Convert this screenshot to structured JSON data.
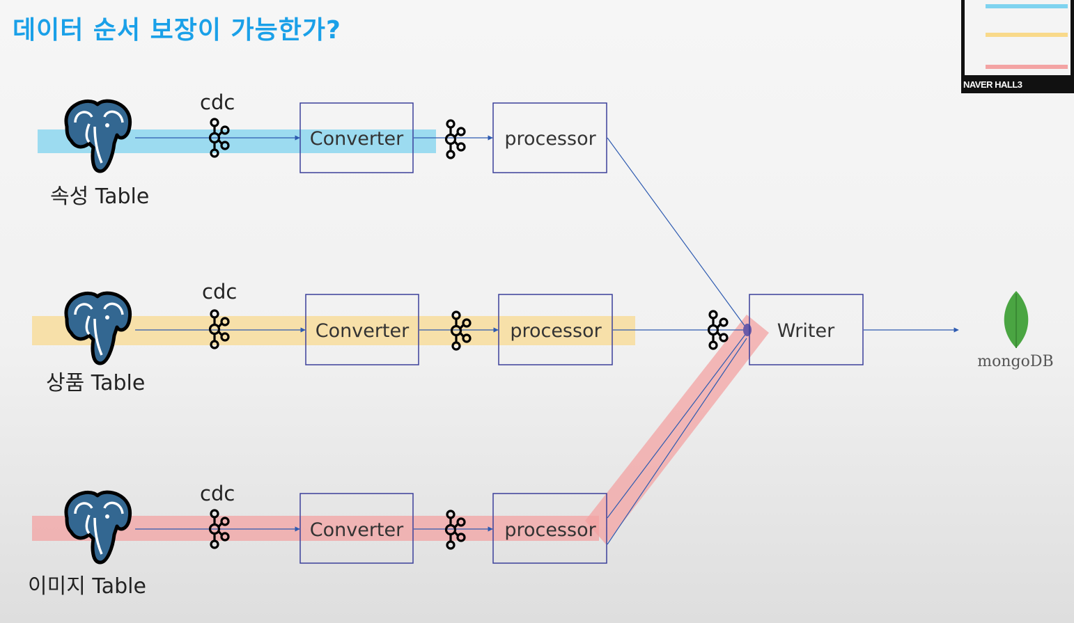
{
  "title": "데이터 순서 보장이 가능한가?",
  "rows": [
    {
      "table_label": "속성 Table",
      "cdc_label": "cdc",
      "converter_label": "Converter",
      "processor_label": "processor",
      "highlight_color": "#7fd3ef"
    },
    {
      "table_label": "상품 Table",
      "cdc_label": "cdc",
      "converter_label": "Converter",
      "processor_label": "processor",
      "highlight_color": "#f9d98a"
    },
    {
      "table_label": "이미지 Table",
      "cdc_label": "cdc",
      "converter_label": "Converter",
      "processor_label": "processor",
      "highlight_color": "#f3a3a3"
    }
  ],
  "writer_label": "Writer",
  "mongodb_label": "mongoDB",
  "thumbnail": {
    "caption": "NAVER HALL3"
  },
  "colors": {
    "title": "#1aa0e8",
    "box_border": "#3b3f9a",
    "arrow": "#2d5ab0",
    "mongo_leaf": "#4aa542",
    "postgres_blue": "#336791"
  },
  "icons": [
    "postgresql-icon",
    "kafka-icon",
    "mongodb-leaf-icon"
  ]
}
